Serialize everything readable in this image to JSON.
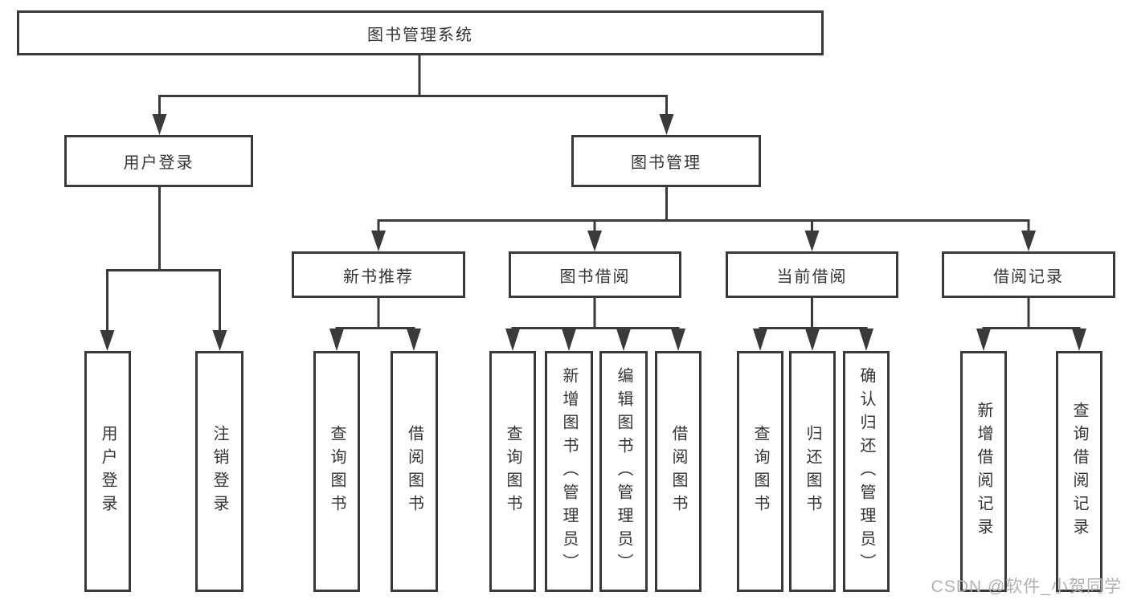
{
  "diagram": {
    "root": {
      "label": "图书管理系统"
    },
    "level1": [
      {
        "label": "用户登录"
      },
      {
        "label": "图书管理"
      }
    ],
    "level2": [
      {
        "label": "新书推荐"
      },
      {
        "label": "图书借阅"
      },
      {
        "label": "当前借阅"
      },
      {
        "label": "借阅记录"
      }
    ],
    "leaves": {
      "user_login": [
        "用户登录",
        "注销登录"
      ],
      "new_book": [
        "查询图书",
        "借阅图书"
      ],
      "book_borrow": [
        "查询图书",
        "新增图书（管理员）",
        "编辑图书（管理员）",
        "借阅图书"
      ],
      "current_borrow": [
        "查询图书",
        "归还图书",
        "确认归还（管理员）"
      ],
      "borrow_record": [
        "新增借阅记录",
        "查询借阅记录"
      ]
    }
  },
  "watermark": "CSDN @软件_小贺同学",
  "colors": {
    "line": "#3a3a3a",
    "text": "#343434",
    "watermark": "#b3b0b0",
    "background": "#ffffff"
  }
}
